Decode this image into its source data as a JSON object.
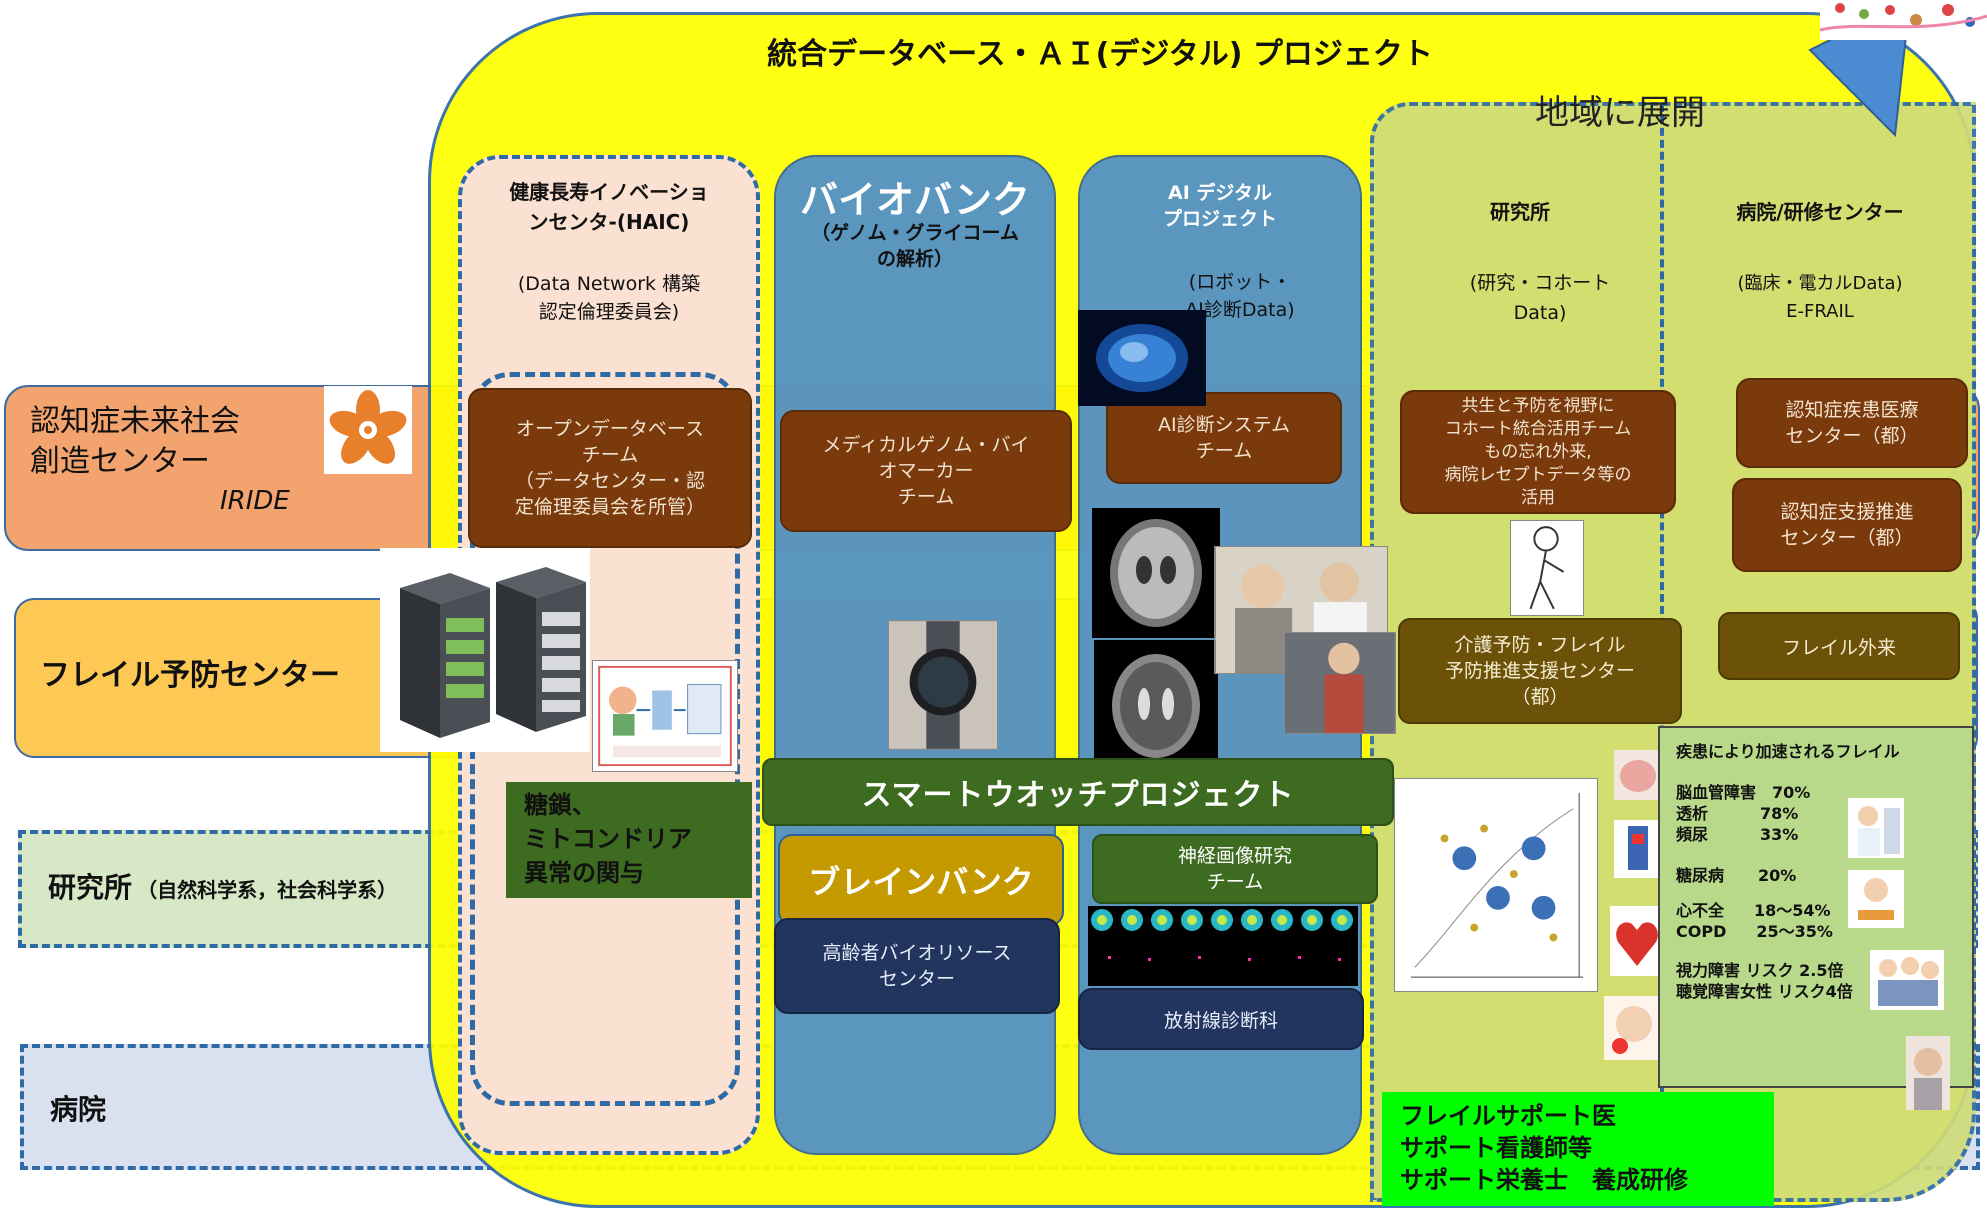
{
  "title": "統合データベース・ＡＩ(デジタル) プロジェクト",
  "expand_label": "地域に展開",
  "columns": {
    "haic": {
      "title": "健康長寿イノベーショ\nンセンタ-(HAIC)",
      "subtitle": "(Data Network 構築\n認定倫理委員会)",
      "team": "オープンデータベース\nチーム\n（データセンター・認\n定倫理委員会を所管）"
    },
    "biobank": {
      "title": "バイオバンク",
      "subtitle": "（ゲノム・グライコーム\nの解析）",
      "team": "メディカルゲノム・バイ\nオマーカー\nチーム"
    },
    "ai": {
      "title": "AI デジタル\nプロジェクト",
      "subtitle": "(ロボット・\nAI診断Data)",
      "team": "AI診断システム\nチーム"
    },
    "research": {
      "title": "研究所",
      "subtitle": "(研究・コホート\nData)",
      "team1": "共生と予防を視野に\nコホート統合活用チーム\nもの忘れ外来,\n病院レセプトデータ等の\n活用",
      "team2": "介護予防・フレイル\n予防推進支援センター\n（都）"
    },
    "hospital": {
      "title": "病院/研修センター",
      "subtitle": "(臨床・電カルData)\nE-FRAIL",
      "team1": "認知症疾患医療\nセンター（都）",
      "team2": "認知症支援推進\nセンター（都）",
      "team3": "フレイル外来"
    }
  },
  "rows": {
    "dementia": {
      "title": "認知症未来社会\n創造センター",
      "sub": "IRIDE"
    },
    "frailty": {
      "title": "フレイル予防センター"
    },
    "institute": {
      "title": "研究所",
      "sub": "（自然科学系，社会科学系）"
    },
    "hospital": {
      "title": "病院"
    }
  },
  "glycan": "糖鎖、\nミトコンドリア\n異常の関与",
  "smartwatch": "スマートウオッチプロジェクト",
  "brainbank": "ブレインバンク",
  "elderly_bio": "高齢者バイオリソース\nセンター",
  "neuro": "神経画像研究\nチーム",
  "radiology": "放射線診断科",
  "support": "フレイルサポート医\nサポート看護師等\nサポート栄養士　養成研修",
  "frailty_diseases": {
    "title": "疾患により加速されるフレイル",
    "items": [
      {
        "name": "脳血管障害",
        "value": "70%"
      },
      {
        "name": "透析",
        "value": "78%"
      },
      {
        "name": "頻尿",
        "value": "33%"
      },
      {
        "name": "糖尿病",
        "value": "20%"
      },
      {
        "name": "心不全",
        "value": "18～54%"
      },
      {
        "name": "COPD",
        "value": "25～35%"
      }
    ],
    "vision": "視力障害  リスク  2.5倍",
    "hearing": "聴覚障害女性  リスク4倍"
  },
  "colors": {
    "yellow": "#ffff00",
    "brown": "#7a3a0b",
    "olive": "#6b5208",
    "green": "#3d6b20",
    "navy": "#22355e",
    "blue": "#4a8bd2",
    "lime": "#00ff00"
  }
}
